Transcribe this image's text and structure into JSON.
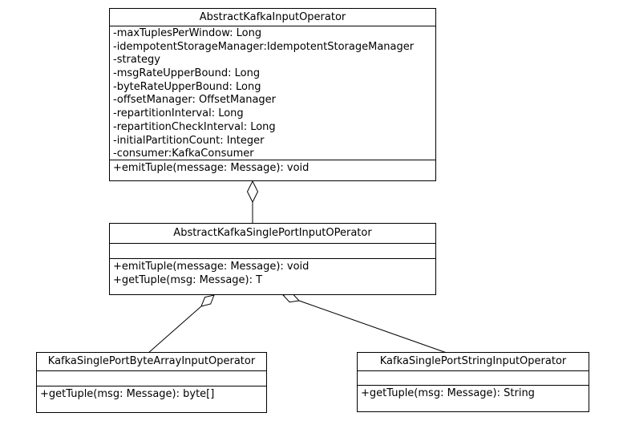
{
  "diagram": {
    "kind": "uml-class-diagram",
    "colors": {
      "background": "#ffffff",
      "line": "#000000",
      "text": "#000000",
      "box_fill": "#ffffff"
    },
    "classes": [
      {
        "name": "AbstractKafkaInputOperator",
        "attributes": [
          "-maxTuplesPerWindow: Long",
          "-idempotentStorageManager:IdempotentStorageManager",
          "-strategy",
          "-msgRateUpperBound: Long",
          "-byteRateUpperBound: Long",
          "-offsetManager: OffsetManager",
          "-repartitionInterval: Long",
          "-repartitionCheckInterval: Long",
          "-initialPartitionCount: Integer",
          "-consumer:KafkaConsumer"
        ],
        "methods": [
          "+emitTuple(message: Message): void"
        ]
      },
      {
        "name": "AbstractKafkaSinglePortInputOPerator",
        "attributes": [],
        "methods": [
          "+emitTuple(message: Message): void",
          "+getTuple(msg: Message): T"
        ]
      },
      {
        "name": "KafkaSinglePortByteArrayInputOperator",
        "attributes": [],
        "methods": [
          "+getTuple(msg: Message): byte[]"
        ]
      },
      {
        "name": "KafkaSinglePortStringInputOperator",
        "attributes": [],
        "methods": [
          "+getTuple(msg: Message): String"
        ]
      }
    ],
    "relationships": [
      {
        "type": "aggregation",
        "diamond_at": "AbstractKafkaInputOperator",
        "to": "AbstractKafkaSinglePortInputOPerator"
      },
      {
        "type": "aggregation",
        "diamond_at": "AbstractKafkaSinglePortInputOPerator",
        "to": "KafkaSinglePortByteArrayInputOperator"
      },
      {
        "type": "aggregation",
        "diamond_at": "AbstractKafkaSinglePortInputOPerator",
        "to": "KafkaSinglePortStringInputOperator"
      }
    ]
  }
}
